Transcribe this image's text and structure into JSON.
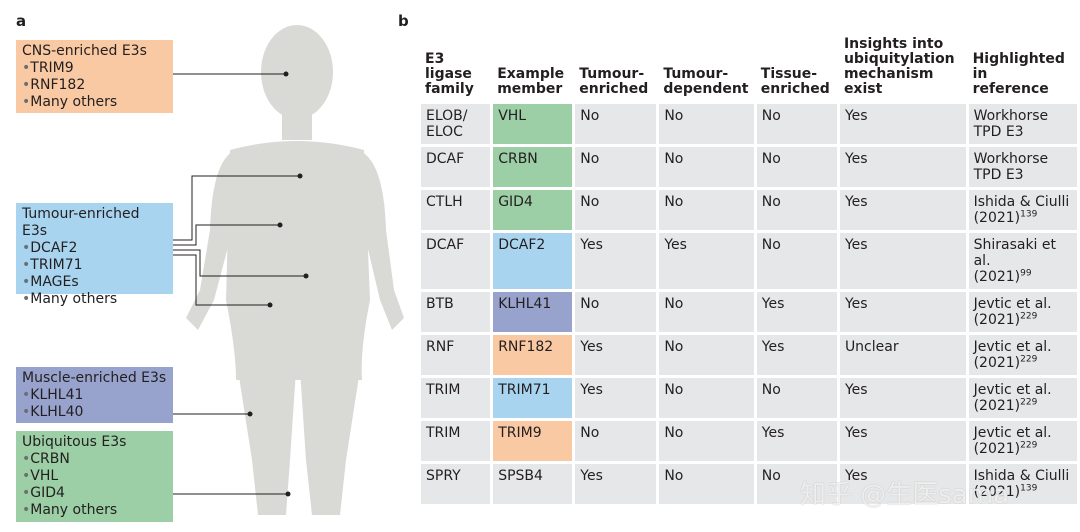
{
  "panel_a": {
    "letter": "a",
    "boxes": {
      "cns": {
        "title": "CNS-enriched E3s",
        "items": [
          "TRIM9",
          "RNF182",
          "Many others"
        ]
      },
      "tumour": {
        "title": "Tumour-enriched E3s",
        "items": [
          "DCAF2",
          "TRIM71",
          "MAGEs",
          "Many others"
        ]
      },
      "muscle": {
        "title": "Muscle-enriched E3s",
        "items": [
          "KLHL41",
          "KLHL40"
        ]
      },
      "ubiquitous": {
        "title": "Ubiquitous E3s",
        "items": [
          "CRBN",
          "VHL",
          "GID4",
          "Many others"
        ]
      }
    }
  },
  "panel_b": {
    "letter": "b",
    "headers": [
      "E3 ligase family",
      "Example member",
      "Tumour-enriched",
      "Tumour-dependent",
      "Tissue-enriched",
      "Insights into ubiquitylation mechanism exist",
      "Highlighted in reference"
    ],
    "header_lines": [
      [
        "E3 ligase",
        "family"
      ],
      [
        "Example",
        "member"
      ],
      [
        "Tumour-",
        "enriched"
      ],
      [
        "Tumour-",
        "dependent"
      ],
      [
        "Tissue-",
        "enriched"
      ],
      [
        "Insights into",
        "ubiquitylation",
        "mechanism exist"
      ],
      [
        "Highlighted in",
        "reference"
      ]
    ],
    "rows": [
      {
        "family": [
          "ELOB/",
          "ELOC"
        ],
        "member": "VHL",
        "member_color": "green",
        "tumour_enriched": "No",
        "tumour_dependent": "No",
        "tissue_enriched": "No",
        "insights": "Yes",
        "ref": [
          "Workhorse",
          "TPD E3"
        ],
        "ref_sup": ""
      },
      {
        "family": [
          "DCAF"
        ],
        "member": "CRBN",
        "member_color": "green",
        "tumour_enriched": "No",
        "tumour_dependent": "No",
        "tissue_enriched": "No",
        "insights": "Yes",
        "ref": [
          "Workhorse",
          "TPD E3"
        ],
        "ref_sup": ""
      },
      {
        "family": [
          "CTLH"
        ],
        "member": "GID4",
        "member_color": "green",
        "tumour_enriched": "No",
        "tumour_dependent": "No",
        "tissue_enriched": "No",
        "insights": "Yes",
        "ref": [
          "Ishida & Ciulli",
          "(2021)"
        ],
        "ref_sup": "139"
      },
      {
        "family": [
          "DCAF"
        ],
        "member": "DCAF2",
        "member_color": "blue",
        "tumour_enriched": "Yes",
        "tumour_dependent": "Yes",
        "tissue_enriched": "No",
        "insights": "Yes",
        "ref": [
          "Shirasaki et al.",
          "(2021)"
        ],
        "ref_sup": "99"
      },
      {
        "family": [
          "BTB"
        ],
        "member": "KLHL41",
        "member_color": "purple",
        "tumour_enriched": "No",
        "tumour_dependent": "No",
        "tissue_enriched": "Yes",
        "insights": "Yes",
        "ref": [
          "Jevtic et al.",
          "(2021)"
        ],
        "ref_sup": "229"
      },
      {
        "family": [
          "RNF"
        ],
        "member": "RNF182",
        "member_color": "orange",
        "tumour_enriched": "Yes",
        "tumour_dependent": "No",
        "tissue_enriched": "Yes",
        "insights": "Unclear",
        "ref": [
          "Jevtic et al.",
          "(2021)"
        ],
        "ref_sup": "229"
      },
      {
        "family": [
          "TRIM"
        ],
        "member": "TRIM71",
        "member_color": "blue",
        "tumour_enriched": "Yes",
        "tumour_dependent": "No",
        "tissue_enriched": "No",
        "insights": "Yes",
        "ref": [
          "Jevtic et al.",
          "(2021)"
        ],
        "ref_sup": "229"
      },
      {
        "family": [
          "TRIM"
        ],
        "member": "TRIM9",
        "member_color": "orange",
        "tumour_enriched": "No",
        "tumour_dependent": "No",
        "tissue_enriched": "Yes",
        "insights": "Yes",
        "ref": [
          "Jevtic et al.",
          "(2021)"
        ],
        "ref_sup": "229"
      },
      {
        "family": [
          "SPRY"
        ],
        "member": "SPSB4",
        "member_color": "none",
        "tumour_enriched": "Yes",
        "tumour_dependent": "No",
        "tissue_enriched": "No",
        "insights": "Yes",
        "ref": [
          "Ishida & Ciulli",
          "(2021)"
        ],
        "ref_sup": "139"
      }
    ]
  },
  "watermark": "知乎 @生医sama",
  "colors": {
    "cns": "#f9c9a3",
    "tumour": "#a9d4f0",
    "muscle": "#98a3cd",
    "ubiquitous": "#9ccfa5",
    "cell": "#e6e7e8",
    "body": "#d9d9d6"
  }
}
